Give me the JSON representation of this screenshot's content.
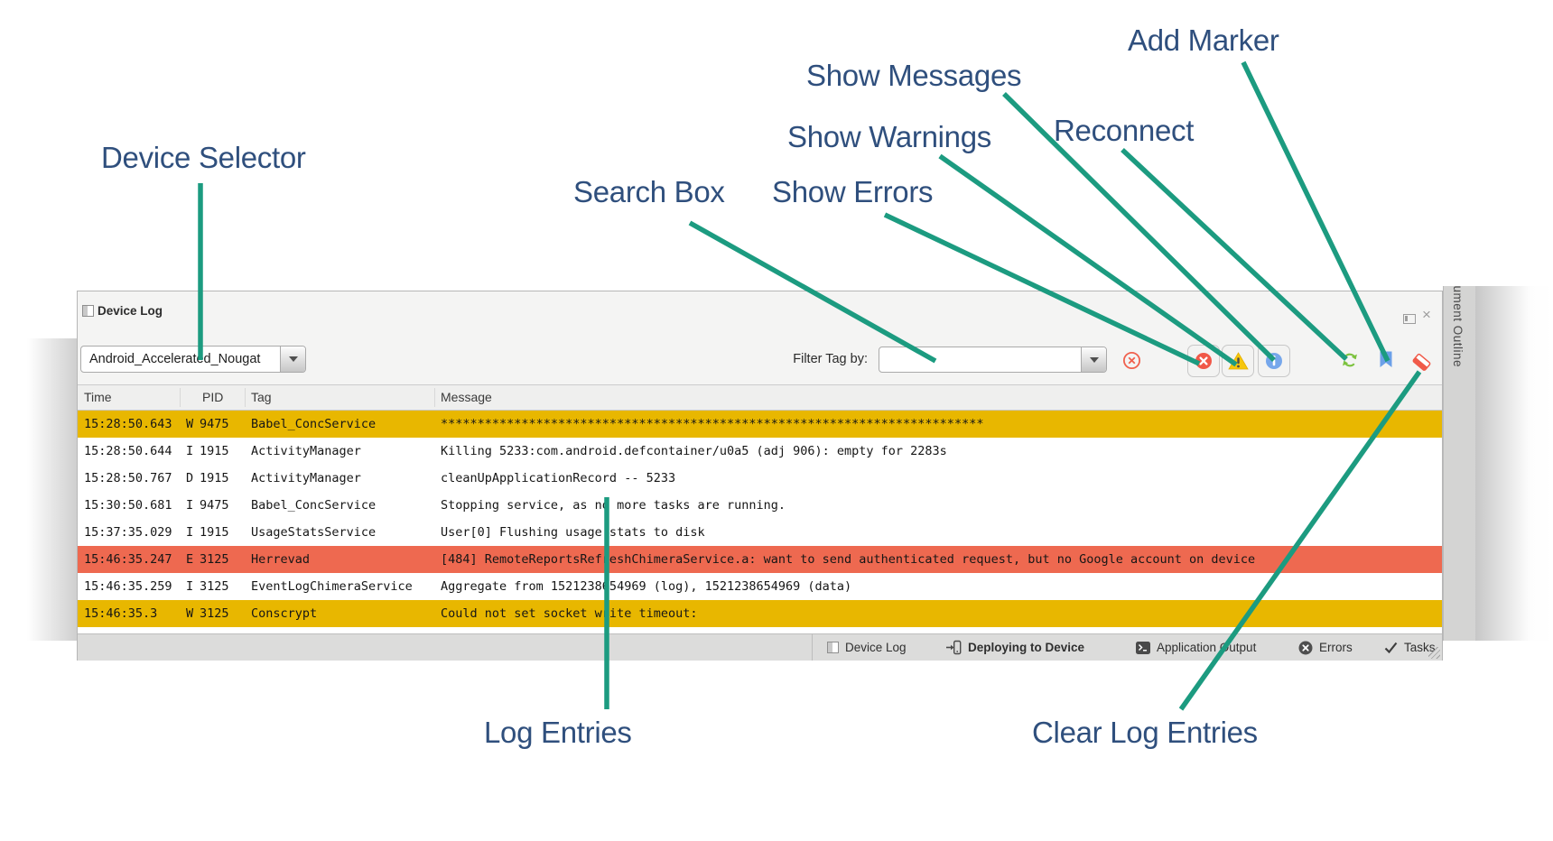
{
  "annotations": {
    "device_selector": "Device Selector",
    "search_box": "Search Box",
    "show_errors": "Show Errors",
    "show_warnings": "Show Warnings",
    "show_messages": "Show Messages",
    "reconnect": "Reconnect",
    "add_marker": "Add Marker",
    "log_entries": "Log Entries",
    "clear_log_entries": "Clear Log Entries"
  },
  "panel": {
    "title": "Device Log",
    "close_glyph": "×",
    "device_selector": {
      "value": "Android_Accelerated_Nougat"
    },
    "filter": {
      "label": "Filter Tag by:",
      "value": "",
      "placeholder": ""
    },
    "toolbar_icons": [
      "clear-filter-icon",
      "show-errors-icon",
      "show-warnings-icon",
      "show-messages-icon",
      "reconnect-icon",
      "add-marker-icon",
      "clear-log-icon"
    ]
  },
  "sidebar": {
    "title": "Document Outline"
  },
  "table": {
    "columns": [
      "Time",
      "PID",
      "Tag",
      "Message"
    ],
    "rows": [
      {
        "time": "15:28:50.643",
        "level": "W",
        "pid": "9475",
        "tag": "Babel_ConcService",
        "message": "**************************************************************************",
        "severity": "warning"
      },
      {
        "time": "15:28:50.644",
        "level": "I",
        "pid": "1915",
        "tag": "ActivityManager",
        "message": "Killing 5233:com.android.defcontainer/u0a5 (adj 906): empty for 2283s",
        "severity": "info"
      },
      {
        "time": "15:28:50.767",
        "level": "D",
        "pid": "1915",
        "tag": "ActivityManager",
        "message": "cleanUpApplicationRecord -- 5233",
        "severity": "debug"
      },
      {
        "time": "15:30:50.681",
        "level": "I",
        "pid": "9475",
        "tag": "Babel_ConcService",
        "message": "Stopping service, as no more tasks are running.",
        "severity": "info"
      },
      {
        "time": "15:37:35.029",
        "level": "I",
        "pid": "1915",
        "tag": "UsageStatsService",
        "message": "User[0] Flushing usage stats to disk",
        "severity": "info"
      },
      {
        "time": "15:46:35.247",
        "level": "E",
        "pid": "3125",
        "tag": "Herrevad",
        "message": "[484] RemoteReportsRefreshChimeraService.a: want to send authenticated request, but no Google account on device",
        "severity": "error"
      },
      {
        "time": "15:46:35.259",
        "level": "I",
        "pid": "3125",
        "tag": "EventLogChimeraService",
        "message": "Aggregate from 1521238654969 (log), 1521238654969 (data)",
        "severity": "info"
      },
      {
        "time": "15:46:35.3",
        "level": "W",
        "pid": "3125",
        "tag": "Conscrypt",
        "message": "Could not set socket write timeout:",
        "severity": "warning"
      }
    ]
  },
  "status_bar": {
    "items": [
      {
        "label": "Device Log"
      },
      {
        "label": "Deploying to Device"
      },
      {
        "label": "Application Output"
      },
      {
        "label": "Errors"
      },
      {
        "label": "Tasks"
      }
    ]
  },
  "colors": {
    "annotation_text": "#2f4f7d",
    "pointer_line": "#1c9b80",
    "warning_row": "#e8b700",
    "error_row": "#ee6950",
    "error_icon": "#f15848",
    "warning_icon": "#f6c60c",
    "info_icon": "#76a7eb",
    "reconnect_icon": "#7cc23e",
    "bookmark_icon": "#6ba0e8",
    "eraser_icon": "#f05a49"
  }
}
